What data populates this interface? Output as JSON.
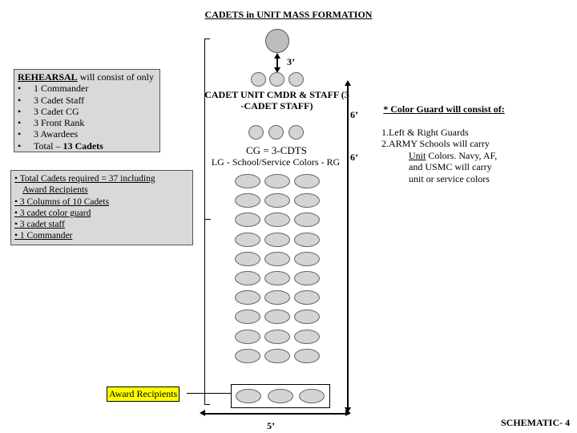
{
  "title": "CADETS in UNIT MASS FORMATION",
  "rehearsal": {
    "header_bold": "REHEARSAL",
    "header_rest": " will consist of only",
    "items": [
      "1 Commander",
      "3 Cadet Staff",
      "3 Cadet CG",
      "3 Front Rank",
      "3 Awardees"
    ],
    "total_prefix": "Total – ",
    "total_value": "13 Cadets"
  },
  "total_box": {
    "lines": [
      "• Total Cadets required = 37 including",
      "Award Recipients",
      "• 3 Columns of 10 Cadets",
      "• 3 cadet color guard",
      "• 3 cadet staff",
      "• 1 Commander"
    ]
  },
  "formation": {
    "dist_commander": "3’",
    "staff_label_line1": "CADET UNIT CMDR & STAFF (3",
    "staff_label_line2": "-CADET STAFF)",
    "dist_staff": "6’",
    "cg_label": "CG = 3-CDTS",
    "colors_label": "LG - School/Service Colors - RG",
    "dist_cg": "6’",
    "dist_width": "5’",
    "award_label": "Award Recipients"
  },
  "color_guard": {
    "header": "* Color Guard will consist of:",
    "line1": "1.Left & Right Guards",
    "line2": "2.ARMY Schools will carry",
    "line3_u": "Unit",
    "line3_rest": " Colors. Navy, AF,",
    "line4": "and USMC will carry",
    "line5": "unit or service colors"
  },
  "footer": "SCHEMATIC- 4"
}
